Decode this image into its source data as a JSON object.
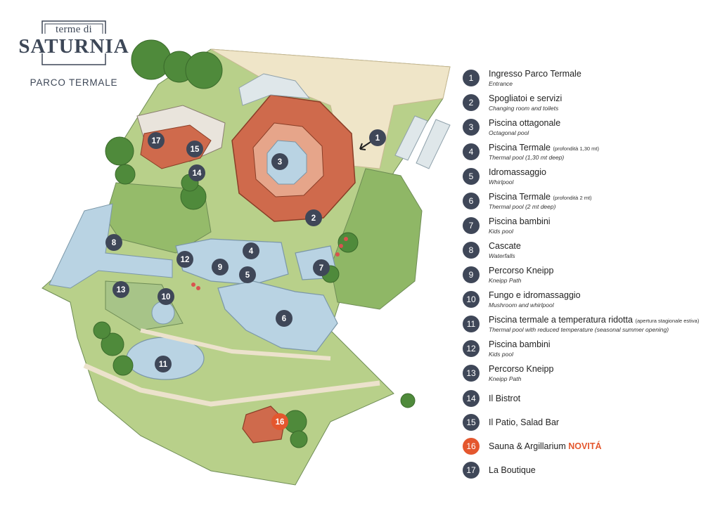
{
  "logo": {
    "small": "terme di",
    "big": "SATURNIA",
    "subtitle": "PARCO TERMALE"
  },
  "colors": {
    "marker": "#3f4758",
    "highlight": "#e4572e",
    "roof": "#cf6a4c",
    "pool": "#b9d3e3",
    "grass": "#8fb766",
    "path": "#ece2cc"
  },
  "map_markers": [
    "1",
    "2",
    "3",
    "4",
    "5",
    "6",
    "7",
    "8",
    "9",
    "10",
    "11",
    "12",
    "13",
    "14",
    "15",
    "16",
    "17"
  ],
  "legend": [
    {
      "num": "1",
      "title": "Ingresso Parco Termale",
      "note": "",
      "sub": "Entrance"
    },
    {
      "num": "2",
      "title": "Spogliatoi e servizi",
      "note": "",
      "sub": "Changing room and toilets"
    },
    {
      "num": "3",
      "title": "Piscina ottagonale",
      "note": "",
      "sub": "Octagonal pool"
    },
    {
      "num": "4",
      "title": "Piscina Termale",
      "note": "(profondità 1,30 mt)",
      "sub": "Thermal pool (1,30 mt deep)"
    },
    {
      "num": "5",
      "title": "Idromassaggio",
      "note": "",
      "sub": "Whirlpool"
    },
    {
      "num": "6",
      "title": "Piscina Termale",
      "note": "(profondità 2 mt)",
      "sub": "Thermal pool (2 mt deep)"
    },
    {
      "num": "7",
      "title": "Piscina bambini",
      "note": "",
      "sub": "Kids pool"
    },
    {
      "num": "8",
      "title": "Cascate",
      "note": "",
      "sub": "Waterfalls"
    },
    {
      "num": "9",
      "title": "Percorso Kneipp",
      "note": "",
      "sub": "Kneipp Path"
    },
    {
      "num": "10",
      "title": "Fungo e idromassaggio",
      "note": "",
      "sub": "Mushroom and whirlpool"
    },
    {
      "num": "11",
      "title": "Piscina termale a temperatura ridotta",
      "note": "(apertura stagionale estiva)",
      "sub": "Thermal pool with reduced temperature",
      "subnote": "(seasonal summer opening)"
    },
    {
      "num": "12",
      "title": "Piscina bambini",
      "note": "",
      "sub": "Kids pool"
    },
    {
      "num": "13",
      "title": "Percorso Kneipp",
      "note": "",
      "sub": "Kneipp Path"
    },
    {
      "num": "14",
      "title": "Il Bistrot",
      "note": "",
      "sub": ""
    },
    {
      "num": "15",
      "title": "Il Patio, Salad Bar",
      "note": "",
      "sub": ""
    },
    {
      "num": "16",
      "title": "Sauna & Argillarium",
      "note": "",
      "sub": "",
      "badge": "NOVITÁ"
    },
    {
      "num": "17",
      "title": "La Boutique",
      "note": "",
      "sub": ""
    }
  ]
}
